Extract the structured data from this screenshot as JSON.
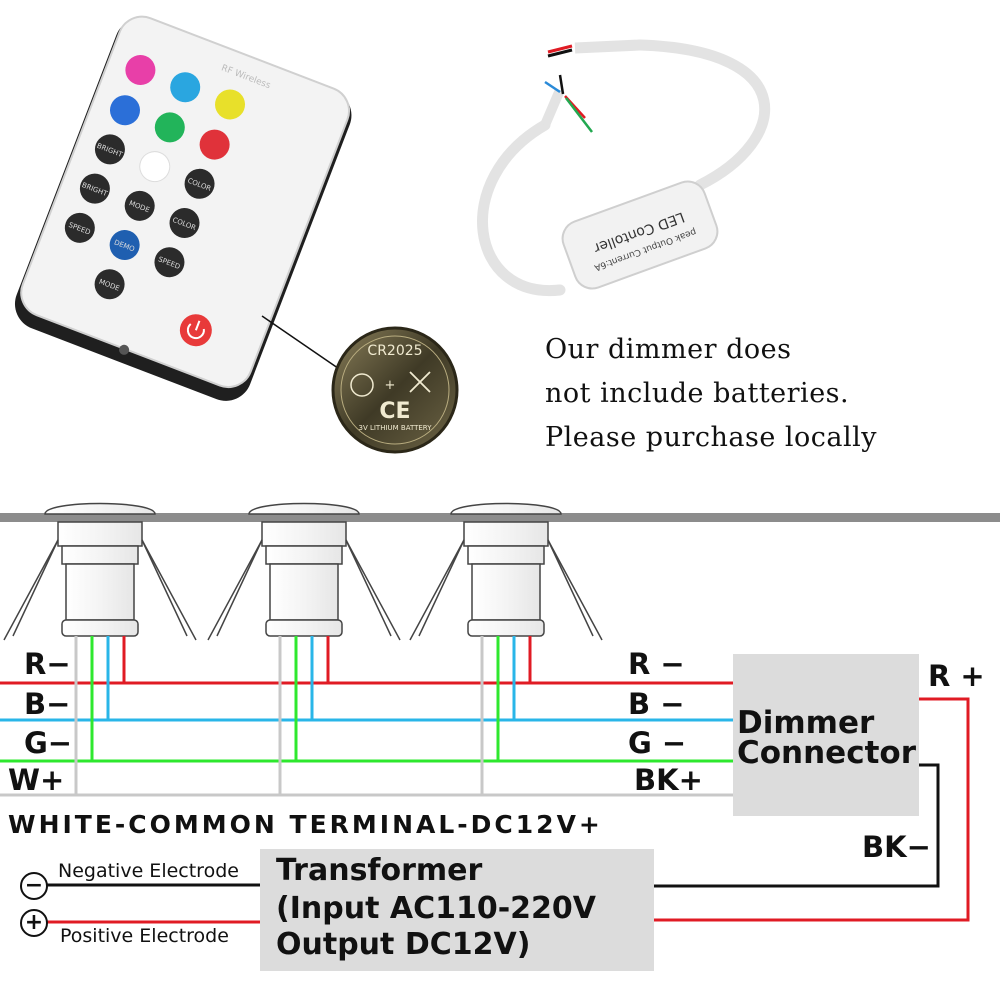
{
  "note": {
    "line1": "Our dimmer does",
    "line2": "not include batteries.",
    "line3": "Please purchase locally"
  },
  "remote": {
    "brand": "RF Wireless",
    "buttons": [
      "BRIGHT",
      "COLOR",
      "BRIGHT",
      "MODE",
      "COLOR",
      "SPEED",
      "DEMO",
      "SPEED",
      "MODE"
    ]
  },
  "controller": {
    "line1": "LED Contoller",
    "line2": "peak Output Current:6A"
  },
  "battery": {
    "model": "CR2025",
    "spec": "3V LITHIUM BATTERY",
    "mark": "CE"
  },
  "left_labels": {
    "r": "R−",
    "b": "B−",
    "g": "G−",
    "w": "W+"
  },
  "right_labels": {
    "r": "R −",
    "b": "B −",
    "g": "G −",
    "bk": "BK+"
  },
  "dimmer": {
    "line1": "Dimmer",
    "line2": "Connector"
  },
  "outputs": {
    "r_plus": "R +",
    "bk_minus": "BK−"
  },
  "common_terminal": "WHITE-COMMON TERMINAL-DC12V+",
  "transformer": {
    "line1": "Transformer",
    "line2": "(Input AC110-220V",
    "line3": "Output DC12V)"
  },
  "electrodes": {
    "negative": "Negative Electrode",
    "positive": "Positive Electrode",
    "neg_symbol": "−",
    "pos_symbol": "+"
  },
  "colors": {
    "red": "#e01b24",
    "blue": "#29b6e8",
    "green": "#2ee82e",
    "white_wire": "#c8c8c8",
    "black": "#111111",
    "box": "#dcdcdc",
    "ceiling": "#8c8c8c"
  }
}
